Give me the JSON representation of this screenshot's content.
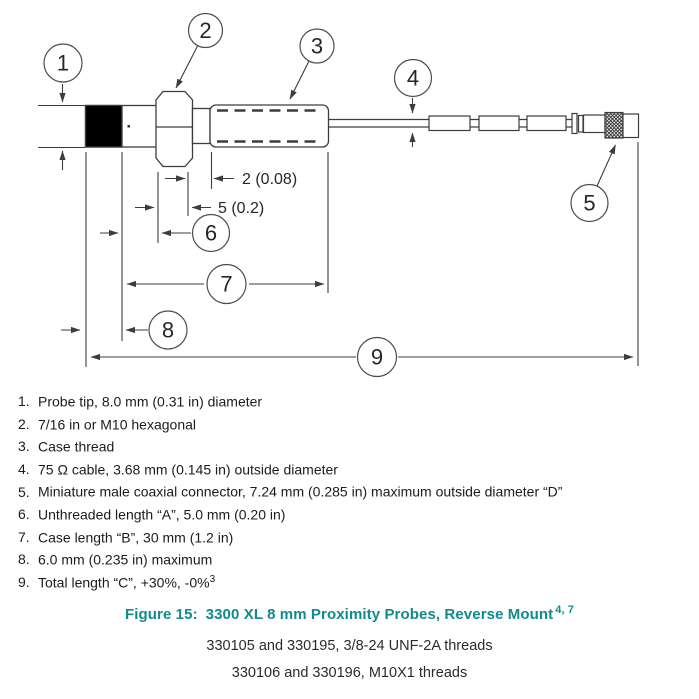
{
  "diagram": {
    "callouts": [
      "1",
      "2",
      "3",
      "4",
      "5",
      "6",
      "7",
      "8",
      "9"
    ],
    "dimension_labels": {
      "case_front": "2 (0.08)",
      "nut_width": "5 (0.2)"
    }
  },
  "parts_list": {
    "items": [
      {
        "num": "1.",
        "text": "Probe tip, 8.0 mm (0.31 in) diameter",
        "sup": ""
      },
      {
        "num": "2.",
        "text": "7/16 in or M10 hexagonal",
        "sup": ""
      },
      {
        "num": "3.",
        "text": "Case thread",
        "sup": ""
      },
      {
        "num": "4.",
        "text": "75 Ω cable, 3.68 mm (0.145 in) outside diameter",
        "sup": ""
      },
      {
        "num": "5.",
        "text": "Miniature male coaxial connector, 7.24 mm (0.285 in) maximum outside diameter “D”",
        "sup": ""
      },
      {
        "num": "6.",
        "text": "Unthreaded length “A”, 5.0 mm (0.20 in)",
        "sup": ""
      },
      {
        "num": "7.",
        "text": "Case length “B”, 30 mm (1.2 in)",
        "sup": ""
      },
      {
        "num": "8.",
        "text": "6.0 mm (0.235 in) maximum",
        "sup": ""
      },
      {
        "num": "9.",
        "text": "Total length “C”, +30%, -0%",
        "sup": "3"
      }
    ]
  },
  "caption": {
    "label": "Figure 15:",
    "title": "3300 XL 8 mm Proximity Probes, Reverse Mount",
    "sup": "4, 7"
  },
  "footer": {
    "line1": "330105 and 330195, 3/8-24 UNF-2A threads",
    "line2": "330106 and 330196, M10X1 threads"
  },
  "colors": {
    "accent": "#108a8c",
    "line": "#3d3d3d",
    "text": "#1f1f1f"
  }
}
